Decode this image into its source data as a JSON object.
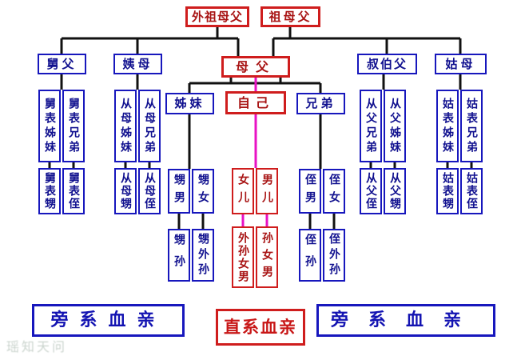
{
  "colors": {
    "box_blue": "#1717bd",
    "box_red": "#cf1d1d",
    "connector_black": "#111111",
    "direct_line_magenta": "#e812c4"
  },
  "tree": {
    "gen1": {
      "maternal_grandparents": "外祖母父",
      "paternal_grandparents": "祖母父"
    },
    "gen2": {
      "maternal_uncle": "舅父",
      "maternal_aunt": "姨母",
      "parents": "母父",
      "paternal_uncles": "叔伯父",
      "paternal_aunt": "姑母"
    },
    "gen3": {
      "sisters": "姊妹",
      "self": "自己",
      "brothers": "兄弟",
      "jiubiao_sisters": "舅表姊妹",
      "jiubiao_brothers": "舅表兄弟",
      "congmu_sisters": "从母姊妹",
      "congmu_brothers": "从母兄弟",
      "congfu_brothers": "从父兄弟",
      "congfu_sisters": "从父姊妹",
      "gubiao_sisters": "姑表姊妹",
      "gubiao_brothers": "姑表兄弟"
    },
    "gen4": {
      "jiubiao_sheng": "舅表甥",
      "jiubiao_zhi": "舅表侄",
      "congmu_sheng": "从母甥",
      "congmu_zhi": "从母侄",
      "sheng_nan": "甥男",
      "sheng_nv": "甥女",
      "daughter": "女儿",
      "son": "男儿",
      "zhi_nan": "侄男",
      "zhi_nv": "侄女",
      "congfu_zhi": "从父侄",
      "congfu_sheng": "从父甥",
      "gubiao_sheng": "姑表甥",
      "gubiao_zhi": "姑表侄"
    },
    "gen5": {
      "sheng_sun": "甥孙",
      "sheng_waisun": "甥外孙",
      "waisun_nvnan": "外孙女男",
      "sun_nvnan": "孙女男",
      "zhi_sun": "侄孙",
      "zhi_waisun": "侄外孙"
    }
  },
  "legend": {
    "left": "旁系血亲",
    "center": "直系血亲",
    "right": "旁系血亲"
  },
  "watermark": "瑶知天问"
}
